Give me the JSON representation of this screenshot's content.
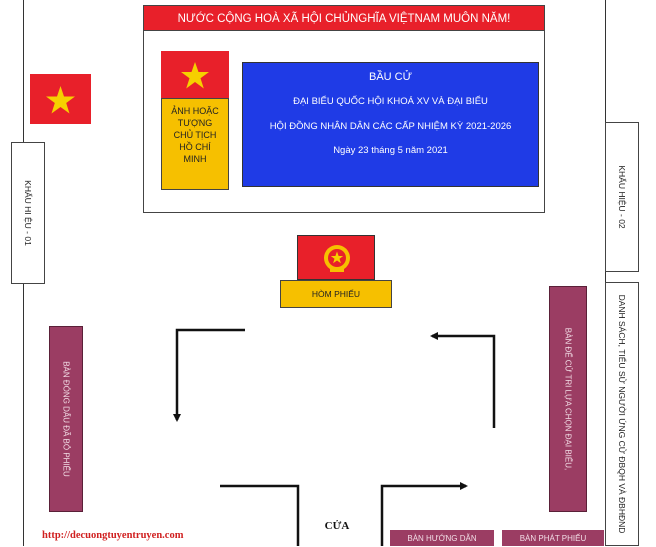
{
  "banner": "NƯỚC CỘNG HOÀ XÃ HỘI CHỦNGHĨA VIỆTNAM MUÔN NĂM!",
  "portrait_lines": [
    "ẢNH HOẶC",
    "TƯỢNG",
    "CHỦ TỊCH",
    "HỒ CHÍ",
    "MINH"
  ],
  "title": {
    "line1": "BẦU CỬ",
    "line2": "ĐẠI BIỂU QUỐC HỘI KHOÁ XV VÀ ĐẠI BIỂU",
    "line3": "HỘI ĐỒNG NHÂN DÂN CÁC CẤP NHIỆM KỲ 2021-2026",
    "line4": "Ngày  23 tháng 5 năm 2021"
  },
  "slogan_left": "KHẨU HI ỆU - 01",
  "slogan_right": "KHẨU HIỆU - 02",
  "candidate_list": "DANH SÁCH, TIỂU SỬ NGƯỜI ỨNG CỬ ĐBQH VÀ ĐBHĐND",
  "ballot_box": "HÒM PHIẾU",
  "table_left": "BÀN ĐÓNG DẤU ĐÃ BỎ PHIẾU",
  "table_right": "BÀN ĐỂ CỬ TRI LỰA CHỌN ĐẠI BIỂU,",
  "table_guide": "BÀN HƯỚNG DẪN",
  "table_issue": "BÀN PHÁT PHIẾU",
  "door": "CỬA",
  "website": "http://decuongtuyentruyen.com",
  "colors": {
    "red": "#e8202a",
    "yellow": "#f6c000",
    "blue": "#1f3be6",
    "purple": "#9b3d63"
  }
}
